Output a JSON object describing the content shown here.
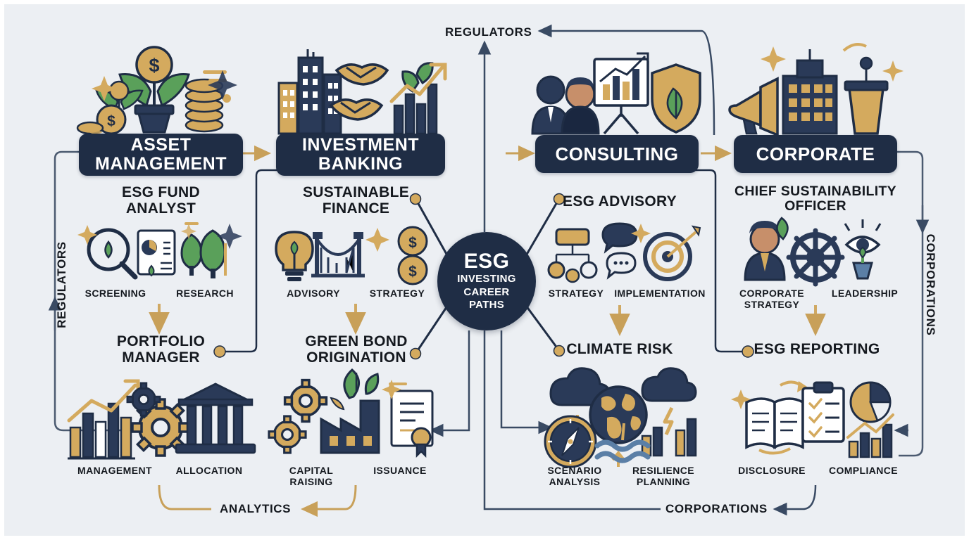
{
  "theme": {
    "background": "#eceff3",
    "navy": "#1f2d45",
    "navy_dark": "#16233a",
    "gold": "#d4aa5e",
    "gold_dark": "#b98f3f",
    "green": "#5aa05a",
    "green_dark": "#3f7a3f",
    "slate": "#4b5a70",
    "ink": "#15191f",
    "white": "#ffffff"
  },
  "hub": {
    "line1": "ESG",
    "line2": "INVESTING",
    "line3": "CAREER",
    "line4": "PATHS"
  },
  "columns": [
    {
      "id": "asset-management",
      "chip": "ASSET\nMANAGEMENT",
      "chip_line1": "ASSET",
      "chip_line2": "MANAGEMENT",
      "role_top_line1": "ESG FUND",
      "role_top_line2": "ANALYST",
      "role_bottom_line1": "PORTFOLIO",
      "role_bottom_line2": "MANAGER",
      "sub_top_left": "SCREENING",
      "sub_top_right": "RESEARCH",
      "sub_bottom_left": "MANAGEMENT",
      "sub_bottom_right": "ALLOCATION",
      "icons_top": [
        "magnifier-icon",
        "document-chart-icon",
        "trees-icon"
      ],
      "icons_bottom": [
        "bar-chart-growth-icon",
        "gear-icon",
        "bank-icon"
      ],
      "header_icons": [
        "money-plant-icon",
        "dollar-coin-icon",
        "coin-stack-icon"
      ]
    },
    {
      "id": "investment-banking",
      "chip_line1": "INVESTMENT",
      "chip_line2": "BANKING",
      "role_top_line1": "SUSTAINABLE",
      "role_top_line2": "FINANCE",
      "role_bottom_line1": "GREEN BOND",
      "role_bottom_line2": "ORIGINATION",
      "sub_top_left": "ADVISORY",
      "sub_top_right": "STRATEGY",
      "sub_bottom_left": "CAPITAL\nRAISING",
      "sub_bottom_left_line1": "CAPITAL",
      "sub_bottom_left_line2": "RAISING",
      "sub_bottom_right": "ISSUANCE",
      "icons_top": [
        "lightbulb-icon",
        "bridge-icon",
        "dollar-coins-icon"
      ],
      "icons_bottom": [
        "gears-icon",
        "factory-leaf-icon",
        "certificate-icon"
      ],
      "header_icons": [
        "city-buildings-icon",
        "handshake-icon",
        "growth-chart-icon"
      ]
    },
    {
      "id": "consulting",
      "chip_line1": "CONSULTING",
      "chip_line2": "",
      "role_top_line1": "ESG ADVISORY",
      "role_top_line2": "",
      "role_bottom_line1": "CLIMATE RISK",
      "role_bottom_line2": "",
      "sub_top_left": "STRATEGY",
      "sub_top_right": "IMPLEMENTATION",
      "sub_bottom_left_line1": "SCENARIO",
      "sub_bottom_left_line2": "ANALYSIS",
      "sub_bottom_right_line1": "RESILIENCE",
      "sub_bottom_right_line2": "PLANNING",
      "icons_top": [
        "flowchart-icon",
        "speech-bubble-icon",
        "target-icon"
      ],
      "icons_bottom": [
        "compass-icon",
        "globe-icon",
        "storm-chart-icon"
      ],
      "header_icons": [
        "consultants-icon",
        "presentation-chart-icon",
        "shield-leaf-icon"
      ]
    },
    {
      "id": "corporate",
      "chip_line1": "CORPORATE",
      "chip_line2": "",
      "role_top_line1": "CHIEF SUSTAINABILITY",
      "role_top_line2": "OFFICER",
      "role_bottom_line1": "ESG REPORTING",
      "role_bottom_line2": "",
      "sub_top_left_line1": "CORPORATE",
      "sub_top_left_line2": "STRATEGY",
      "sub_top_right": "LEADERSHIP",
      "sub_bottom_left": "DISCLOSURE",
      "sub_bottom_right": "COMPLIANCE",
      "icons_top": [
        "executive-icon",
        "helm-wheel-icon",
        "eye-vision-icon"
      ],
      "icons_bottom": [
        "open-book-icon",
        "clipboard-check-icon",
        "pie-chart-icon"
      ],
      "header_icons": [
        "megaphone-icon",
        "office-building-icon",
        "podium-icon"
      ]
    }
  ],
  "flows": {
    "top_regulators": "REGULATORS",
    "left_regulators": "REGULATORS",
    "right_corporations": "CORPORATIONS",
    "bottom_analytics": "ANALYTICS",
    "bottom_corporations": "CORPORATIONS"
  }
}
